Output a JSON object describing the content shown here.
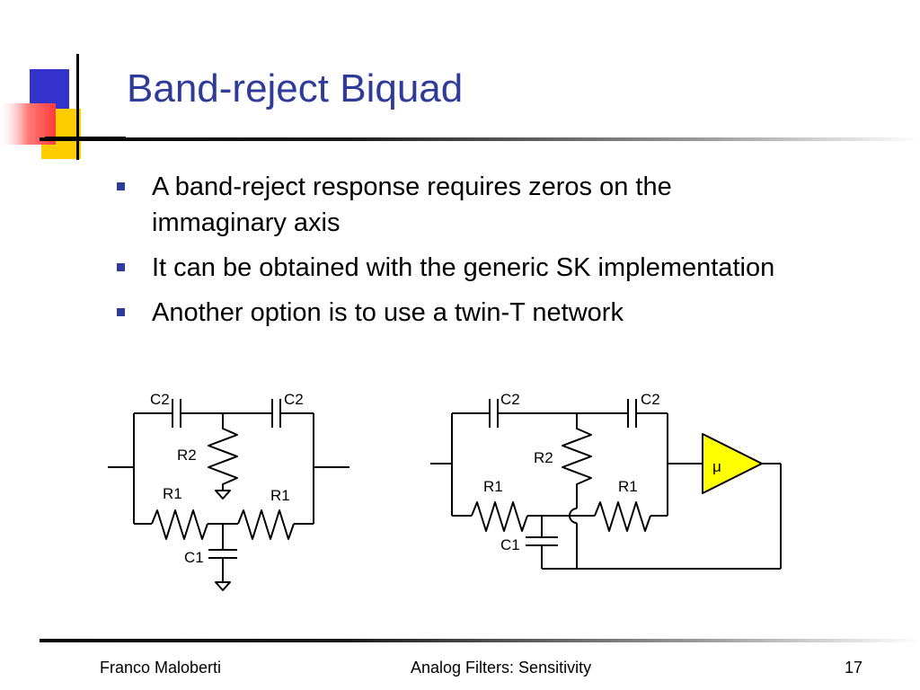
{
  "title": "Band-reject Biquad",
  "bullets": [
    "A band-reject response requires zeros on the immaginary axis",
    "It can be obtained with the generic SK implementation",
    "Another option is to use a twin-T network"
  ],
  "circuit_left": {
    "labels": {
      "c2_left": "C2",
      "c2_right": "C2",
      "r2": "R2",
      "r1_left": "R1",
      "r1_right": "R1",
      "c1": "C1"
    }
  },
  "circuit_right": {
    "labels": {
      "c2_left": "C2",
      "c2_right": "C2",
      "r2": "R2",
      "r1_left": "R1",
      "r1_right": "R1",
      "c1": "C1",
      "amp_gain": "μ"
    },
    "amp_fill": "#ffff00"
  },
  "footer": {
    "author": "Franco Maloberti",
    "course": "Analog Filters: Sensitivity",
    "page": "17"
  },
  "colors": {
    "title": "#2f3b99",
    "bullet": "#2f3b99",
    "deco_blue": "#3333cc",
    "deco_yellow": "#ffcc00",
    "deco_red": "#ff4d4d"
  }
}
